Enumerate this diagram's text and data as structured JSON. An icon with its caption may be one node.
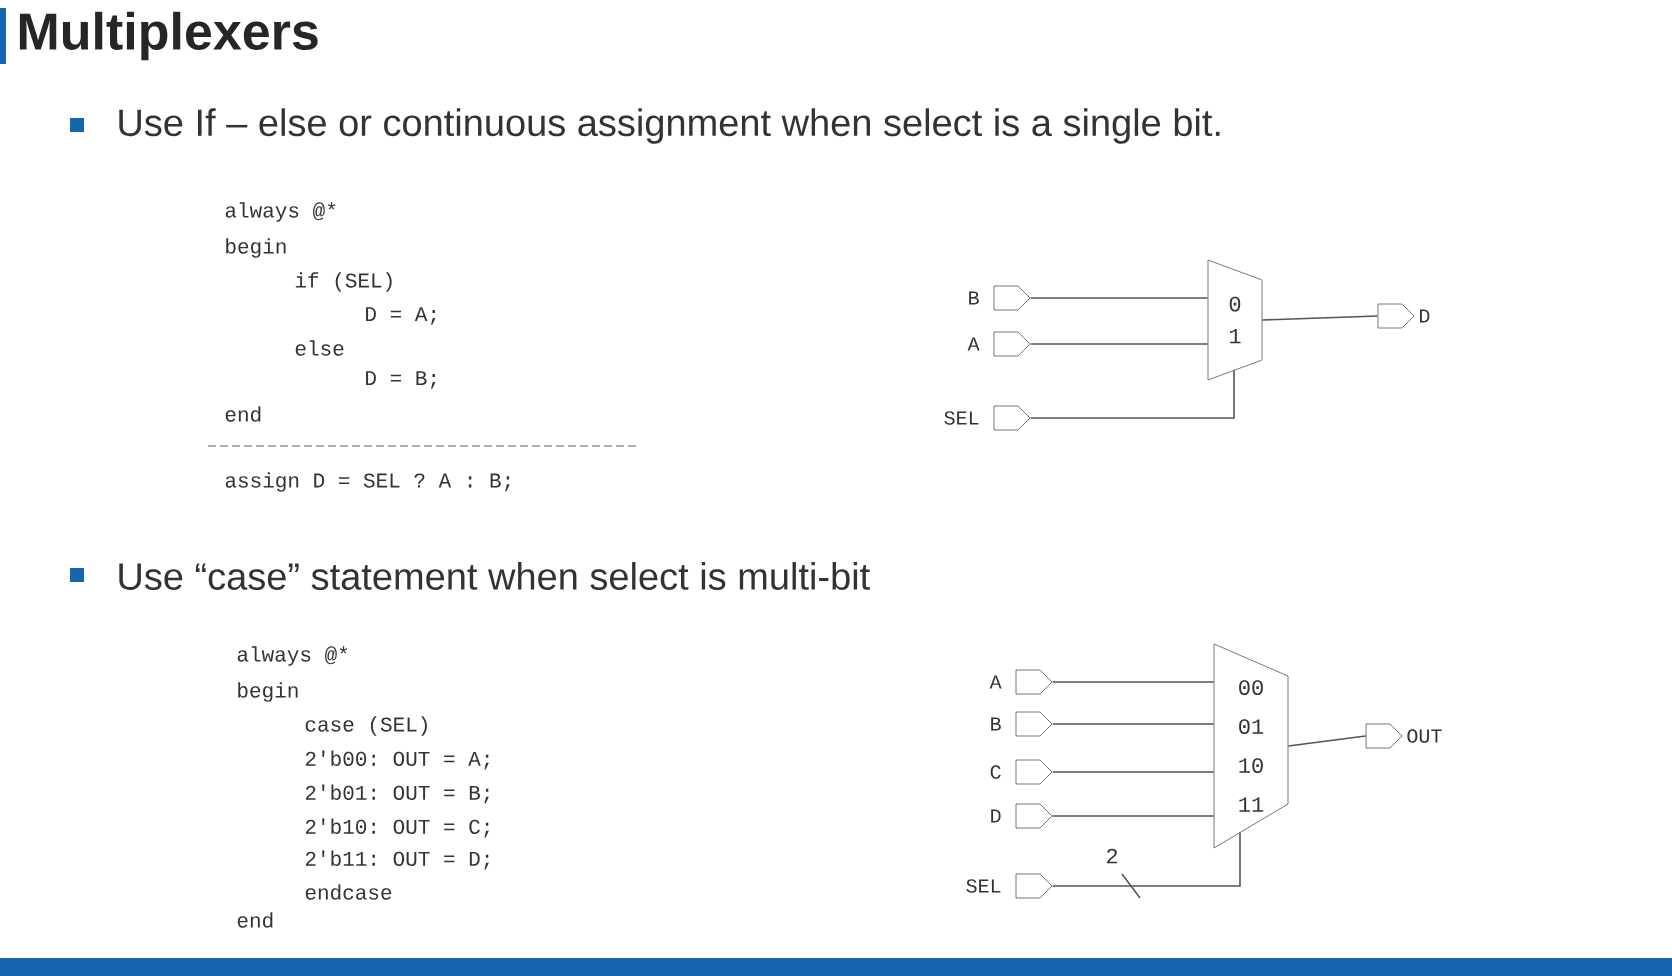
{
  "diagram": {
    "title": "Multiplexers",
    "nodes": [
      {
        "text": [],
        "shape": "port",
        "beside": [
          "B"
        ]
      },
      {
        "text": [],
        "shape": "port",
        "beside": [
          "A"
        ]
      },
      {
        "text": [],
        "shape": "port",
        "beside": [
          "SEL"
        ]
      },
      {
        "text": [
          "0",
          "1"
        ]
      },
      {
        "text": [],
        "shape": "port",
        "beside": [
          "D"
        ]
      },
      {
        "text": [],
        "shape": "port",
        "beside": [
          "A"
        ]
      },
      {
        "text": [],
        "shape": "port",
        "beside": [
          "B"
        ]
      },
      {
        "text": [],
        "shape": "port",
        "beside": [
          "C"
        ]
      },
      {
        "text": [],
        "shape": "port",
        "beside": [
          "D"
        ]
      },
      {
        "text": [],
        "shape": "port",
        "beside": [
          "SEL"
        ]
      },
      {
        "text": [
          "00",
          "01",
          "10",
          "11"
        ]
      },
      {
        "text": [],
        "shape": "port",
        "beside": [
          "OUT"
        ]
      }
    ],
    "edges": [
      {
        "from": 0,
        "to": 3,
        "arrow": "none"
      },
      {
        "from": 1,
        "to": 3,
        "arrow": "none"
      },
      {
        "from": 2,
        "to": 3,
        "arrow": "none"
      },
      {
        "from": 3,
        "to": 4,
        "arrow": "none"
      },
      {
        "from": 5,
        "to": 10,
        "arrow": "none"
      },
      {
        "from": 6,
        "to": 10,
        "arrow": "none"
      },
      {
        "from": 7,
        "to": 10,
        "arrow": "none"
      },
      {
        "from": 8,
        "to": 10,
        "arrow": "none"
      },
      {
        "from": 9,
        "to": 10,
        "arrow": "none",
        "label": "2"
      },
      {
        "from": 10,
        "to": 11,
        "arrow": "none"
      }
    ],
    "labels": [
      "Use If – else or continuous assignment when select is a single bit.",
      "always @*",
      "begin",
      "if (SEL)",
      "D = A;",
      "else",
      "D = B;",
      "end",
      "assign D = SEL ? A : B;",
      "Use “case” statement when select is multi-bit",
      "always @*",
      "begin",
      "case (SEL)",
      "2'b00: OUT = A;",
      "2'b01: OUT = B;",
      "2'b10: OUT = C;",
      "2'b11: OUT = D;",
      "endcase",
      "end"
    ]
  }
}
